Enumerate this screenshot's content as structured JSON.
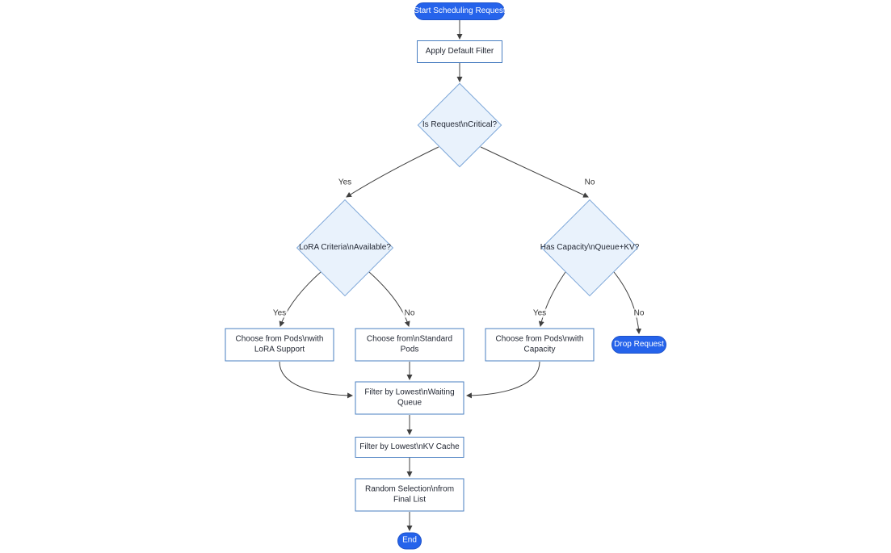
{
  "diagram": {
    "nodes": {
      "start": {
        "label": "Start Scheduling Request",
        "shape": "stadium"
      },
      "apply_filter": {
        "label": "Apply Default Filter",
        "shape": "rect"
      },
      "is_critical": {
        "label": "Is Request\\nCritical?",
        "shape": "diamond"
      },
      "lora_criteria": {
        "label": "LoRA Criteria\\nAvailable?",
        "shape": "diamond"
      },
      "has_capacity": {
        "label": "Has Capacity\\nQueue+KV?",
        "shape": "diamond"
      },
      "choose_lora": {
        "label": "Choose from Pods\\nwith LoRA Support",
        "shape": "rect"
      },
      "choose_standard": {
        "label": "Choose from\\nStandard Pods",
        "shape": "rect"
      },
      "choose_capacity": {
        "label": "Choose from Pods\\nwith Capacity",
        "shape": "rect"
      },
      "drop_request": {
        "label": "Drop Request",
        "shape": "stadium"
      },
      "filter_waiting": {
        "label": "Filter by Lowest\\nWaiting Queue",
        "shape": "rect"
      },
      "filter_kv": {
        "label": "Filter by Lowest\\nKV Cache",
        "shape": "rect"
      },
      "random_selection": {
        "label": "Random Selection\\nfrom Final List",
        "shape": "rect"
      },
      "end": {
        "label": "End",
        "shape": "stadium"
      }
    },
    "edge_labels": {
      "critical_yes": "Yes",
      "critical_no": "No",
      "lora_yes": "Yes",
      "lora_no": "No",
      "capacity_yes": "Yes",
      "capacity_no": "No"
    },
    "colors": {
      "stadium_fill": "#2563eb",
      "stadium_border": "#1e52c9",
      "stadium_text": "#ffffff",
      "rect_fill": "#ffffff",
      "rect_border": "#4a7fc1",
      "diamond_fill": "#e9f2fc",
      "diamond_border": "#7fa8d9",
      "edge": "#404040",
      "text": "#1f2430"
    }
  }
}
